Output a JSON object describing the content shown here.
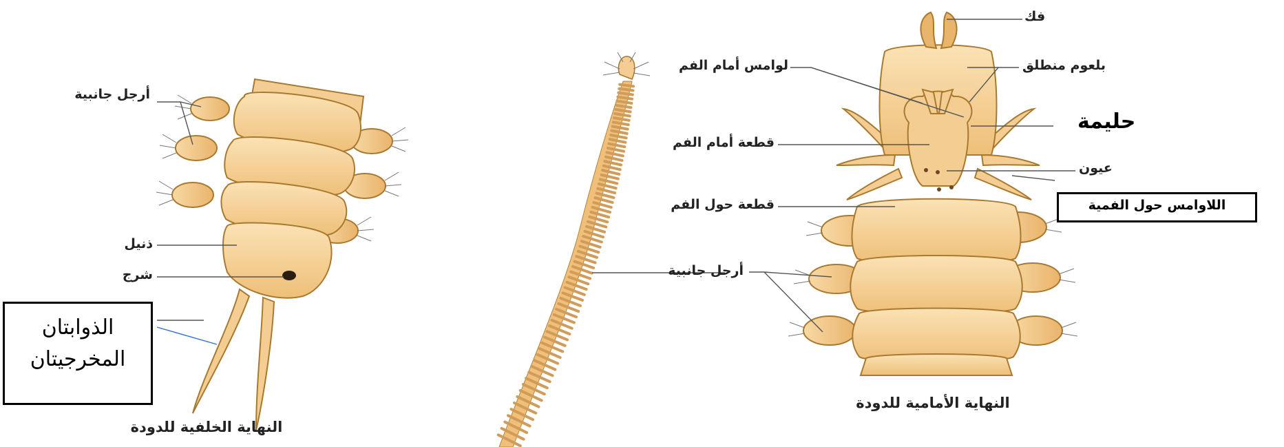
{
  "colors": {
    "body_fill": "#f7d39a",
    "body_stroke": "#a8792f",
    "appendage_fill": "#f3c88a",
    "leader_line": "#555555",
    "blue_leader": "#2f6fd8"
  },
  "posterior": {
    "labels": {
      "parapodia": "أرجل جانبية",
      "pygidium": "ذنيل",
      "anus": "شرج",
      "anal_cirri": "الذوابتان المخرجيتان"
    },
    "caption": "النهاية الخلفية للدودة"
  },
  "middle": {
    "labels": {
      "parapodia": "أرجل جانبية"
    }
  },
  "anterior": {
    "labels": {
      "jaw": "فك",
      "everted_pharynx": "بلعوم منطلق",
      "prostomial_tentacles": "لوامس أمام الفم",
      "palp": "حليمة",
      "prostomium": "قطعة أمام الفم",
      "eyes": "عيون",
      "peristomial_cirri": "اللاوامس حول الفمية",
      "peristomium": "قطعة حول الفم",
      "parapodia": "أرجل جانبية"
    },
    "caption": "النهاية الأمامية للدودة"
  }
}
